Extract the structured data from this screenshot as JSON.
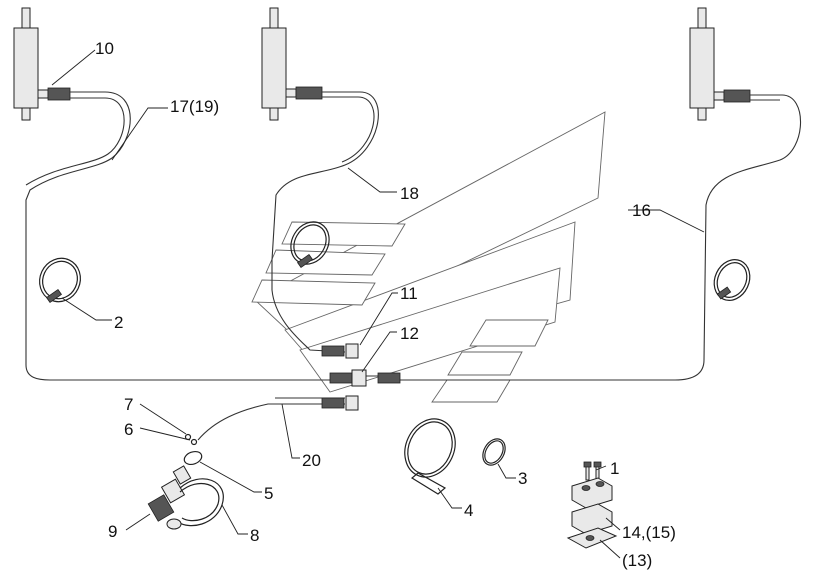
{
  "callouts": [
    {
      "id": "c1",
      "text": "1"
    },
    {
      "id": "c2",
      "text": "2"
    },
    {
      "id": "c3",
      "text": "3"
    },
    {
      "id": "c4",
      "text": "4"
    },
    {
      "id": "c5",
      "text": "5"
    },
    {
      "id": "c6",
      "text": "6"
    },
    {
      "id": "c7",
      "text": "7"
    },
    {
      "id": "c8",
      "text": "8"
    },
    {
      "id": "c9",
      "text": "9"
    },
    {
      "id": "c10",
      "text": "10"
    },
    {
      "id": "c11",
      "text": "11"
    },
    {
      "id": "c12",
      "text": "12"
    },
    {
      "id": "c13",
      "text": "(13)"
    },
    {
      "id": "c14",
      "text": "14,(15)"
    },
    {
      "id": "c16",
      "text": "16"
    },
    {
      "id": "c17",
      "text": "17(19)"
    },
    {
      "id": "c18",
      "text": "18"
    },
    {
      "id": "c20",
      "text": "20"
    }
  ]
}
